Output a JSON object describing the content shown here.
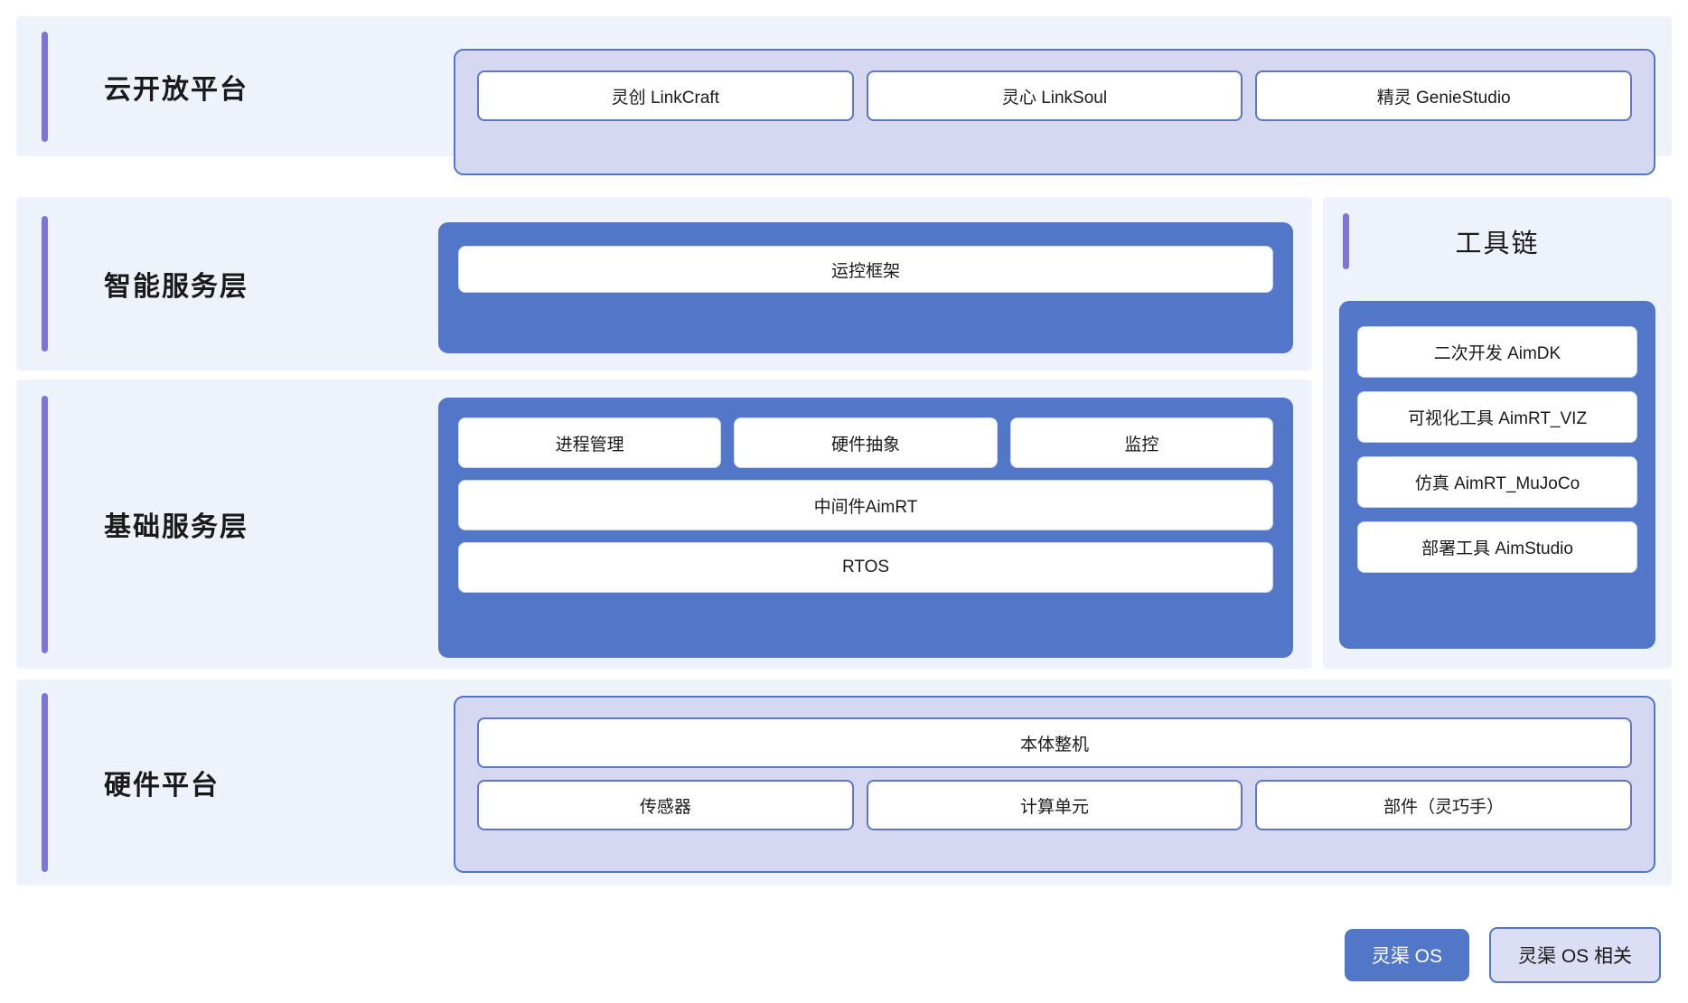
{
  "diagram": {
    "legend": {
      "primary_label": "灵渠 OS",
      "secondary_label": "灵渠 OS 相关",
      "primary_color": "#5277c8",
      "secondary_color": "#dcdef5"
    },
    "accent_color": "#8173d6",
    "row_background": "#eef2fb",
    "rows": [
      {
        "title": "云开放平台",
        "container_style": "lavender",
        "groups": [
          {
            "items": [
              "灵创 LinkCraft",
              "灵心 LinkSoul",
              "精灵 GenieStudio"
            ]
          }
        ]
      },
      {
        "title": "智能服务层",
        "container_style": "blue",
        "groups": [
          {
            "items": [
              "运控框架"
            ]
          }
        ]
      },
      {
        "title": "基础服务层",
        "container_style": "blue",
        "groups": [
          {
            "items": [
              "进程管理",
              "硬件抽象",
              "监控"
            ]
          },
          {
            "items": [
              "中间件AimRT"
            ]
          },
          {
            "items": [
              "RTOS"
            ]
          }
        ]
      },
      {
        "title": "硬件平台",
        "container_style": "lavender",
        "groups": [
          {
            "items": [
              "本体整机"
            ]
          },
          {
            "items": [
              "传感器",
              "计算单元",
              "部件（灵巧手）"
            ]
          }
        ]
      }
    ],
    "toolchain": {
      "title": "工具链",
      "items": [
        "二次开发 AimDK",
        "可视化工具 AimRT_VIZ",
        "仿真 AimRT_MuJoCo",
        "部署工具 AimStudio"
      ]
    }
  }
}
